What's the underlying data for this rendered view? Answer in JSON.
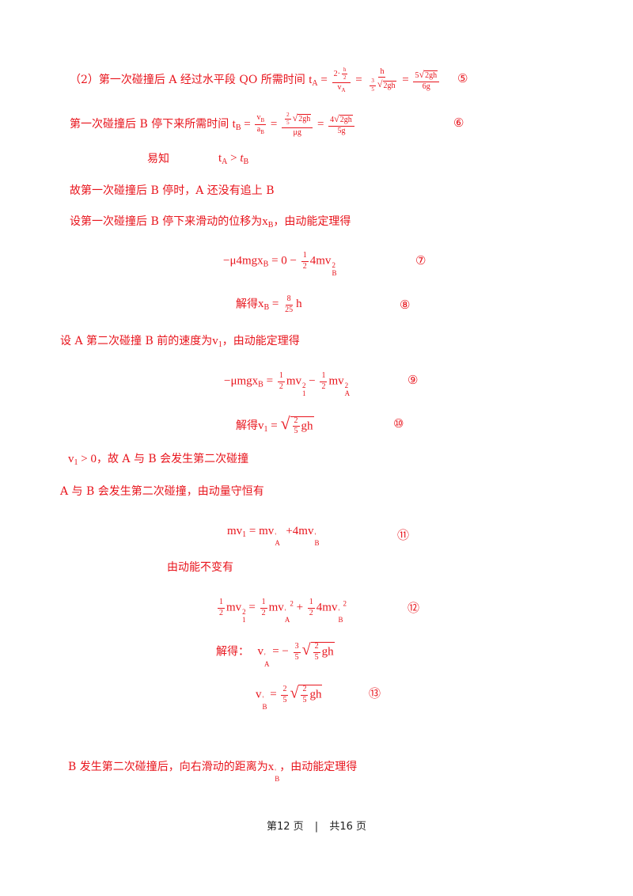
{
  "lines": [
    {
      "id": "l1",
      "text": "（2）第一次碰撞后 A 经过水平段 QO 所需时间"
    },
    {
      "id": "l2",
      "text": "第一次碰撞后 B 停下来所需时间"
    },
    {
      "id": "l3",
      "text": "易知"
    },
    {
      "id": "l4",
      "text": "故第一次碰撞后 B 停时，A 还没有追上 B"
    },
    {
      "id": "l5",
      "text": "设第一次碰撞后 B 停下来滑动的位移为"
    },
    {
      "id": "l5b",
      "text": "，由动能定理得"
    },
    {
      "id": "l6",
      "text": "解得"
    },
    {
      "id": "l7",
      "text": "设 A 第二次碰撞 B 前的速度为"
    },
    {
      "id": "l7b",
      "text": "，由动能定理得"
    },
    {
      "id": "l8",
      "text": "解得"
    },
    {
      "id": "l9",
      "text": "，故 A 与 B 会发生第二次碰撞"
    },
    {
      "id": "l10",
      "text": "A 与 B 会发生第二次碰撞，由动量守恒有"
    },
    {
      "id": "l11",
      "text": "由动能不变有"
    },
    {
      "id": "l12",
      "text": "解得："
    },
    {
      "id": "l13",
      "text": "B 发生第二次碰撞后，向右滑动的距离为"
    },
    {
      "id": "l13b",
      "text": "，由动能定理得"
    }
  ],
  "equation_numbers": [
    "⑤",
    "⑥",
    "⑦",
    "⑧",
    "⑨",
    "⑩",
    "⑪",
    "⑫",
    "⑬"
  ],
  "footer": {
    "page": "第12 页",
    "separator": "|",
    "total": "共16 页"
  }
}
